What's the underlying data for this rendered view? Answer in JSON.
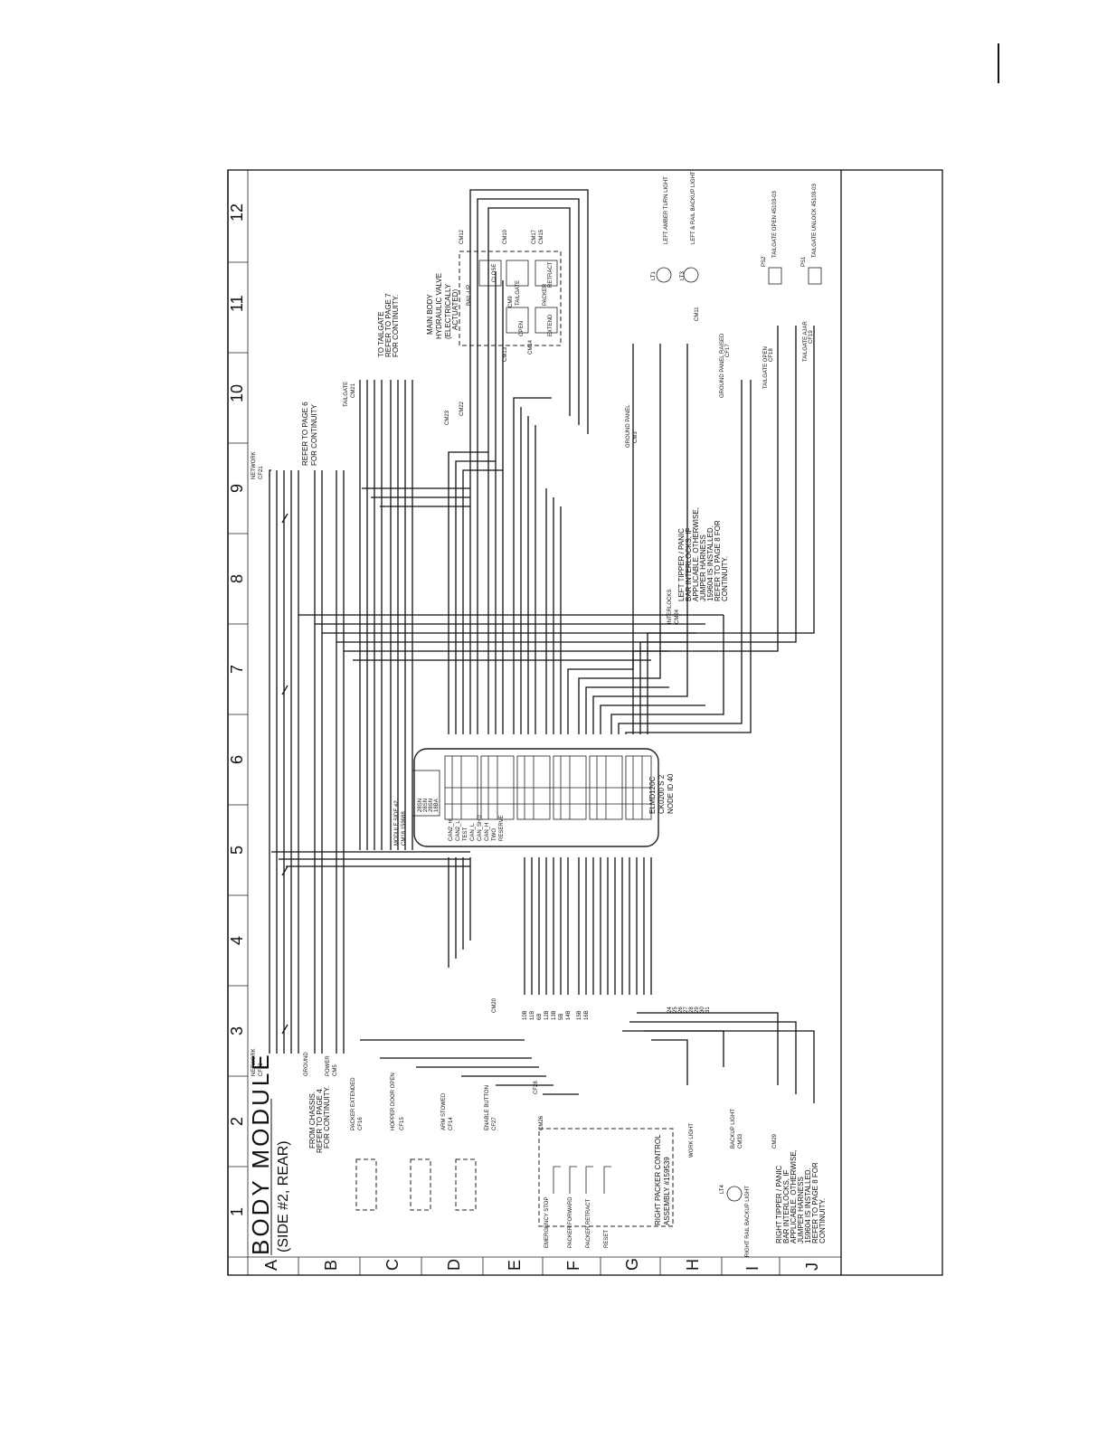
{
  "page_marker": "|",
  "title": {
    "main": "BODY MODULE",
    "sub": "(SIDE #2, REAR)"
  },
  "column_numbers": [
    "1",
    "2",
    "3",
    "4",
    "5",
    "6",
    "7",
    "8",
    "9",
    "10",
    "11",
    "12"
  ],
  "row_letters": [
    "A",
    "B",
    "C",
    "D",
    "E",
    "F",
    "G",
    "H",
    "I",
    "J"
  ],
  "module": {
    "name": "ELMD120C",
    "sub": "CK0200 S 2",
    "node": "NODE ID 40",
    "side_label": "MODULE SIDE #2",
    "connector": "CM18 159688",
    "pins_left": [
      "CAN2_H",
      "CAN2_L",
      "TEST",
      "CAN_L",
      "CAN_SHD",
      "CAN_H",
      "TWO",
      "RESERVE"
    ],
    "pins_right": [
      "28SN",
      "28SN",
      "28SN",
      "18BA",
      "18BA"
    ]
  },
  "notes": {
    "from_chassis": "FROM CHASSIS. REFER TO PAGE 4 FOR CONTINUITY.",
    "refer_page6": "REFER TO PAGE 6 FOR CONTINUITY",
    "to_tailgate": "TO TAILGATE REFER TO PAGE 7 FOR CONTINUITY.",
    "main_body_valve": "MAIN BODY HYDRAULIC VALVE (ELECTRICALLY ACTUATED)",
    "left_tipper": "LEFT TIPPER / PANIC BAR INTERLOCKS, IF APPLICABLE. OTHERWISE, JUMPER HARNESS 159604 IS INSTALLED. REFER TO PAGE 8 FOR CONTINUITY.",
    "right_tipper": "RIGHT TIPPER / PANIC BAR INTERLOCKS, IF APPLICABLE. OTHERWISE, JUMPER HARNESS 159604 IS INSTALLED. REFER TO PAGE 8 FOR CONTINUITY.",
    "right_packer": "RIGHT PACKER CONTROL ASSEMBLY #159539"
  },
  "components": {
    "tailgate_open": "TAILGATE OPEN 45103-03",
    "tailgate_unlock": "TAILGATE UNLOCK 45103-03",
    "left_amber": "LEFT AMBER TURN LIGHT",
    "left_backup": "LEFT & RAIL BACKUP LIGHT",
    "right_backup": "RIGHT RAIL BACKUP LIGHT",
    "ps1": "PS1",
    "ps2": "PS2",
    "lt1": "LT1",
    "lt3": "LT3",
    "lt4": "LT4",
    "packer_extended": "PACKER EXTENDED",
    "hopper_door_open": "HOPPER DOOR OPEN",
    "arm_stowed": "ARM STOWED",
    "enable_button": "ENABLE BUTTON",
    "emergency_stop": "EMERGENCY STOP",
    "packer_forward": "PACKER FORWARD",
    "packer_retract": "PACKER RETRACT",
    "reset": "RESET",
    "network": "NETWORK",
    "ground": "GROUND",
    "power": "POWER",
    "interlocks": "INTERLOCKS",
    "backup_light": "BACKUP LIGHT",
    "work_light": "WORK LIGHT",
    "tailgate": "TAILGATE",
    "ground_panel": "GROUND PANEL",
    "ground_panel_raised": "GROUND PANEL RAISED",
    "tailgate_open_sw": "TAILGATE OPEN",
    "tailgate_ajar": "TAILGATE AJAR",
    "valve_labels": [
      "CLOSE",
      "OPEN",
      "EXTEND",
      "RETRACT",
      "TAILGATE",
      "PACKER",
      "BAIL-UP"
    ]
  },
  "connectors": [
    "CF20",
    "CF21",
    "CM5",
    "CF2",
    "CM20",
    "CP11",
    "CF16",
    "CF15",
    "CF14",
    "CF27",
    "CF28",
    "CM13",
    "CM9",
    "CM12",
    "CM14",
    "CM10",
    "CM17",
    "CM15",
    "CF18",
    "CF19",
    "CF17",
    "CM21",
    "CM3",
    "CM24",
    "CM29",
    "CM22",
    "CM11",
    "CM33",
    "CM23",
    "CM26"
  ],
  "wire_labels_left": [
    "10B",
    "11B",
    "6B",
    "12B",
    "13B",
    "5B",
    "14B",
    "15B",
    "16B"
  ],
  "wire_labels_right": [
    "24",
    "25",
    "26",
    "27",
    "28",
    "29",
    "30",
    "31"
  ]
}
